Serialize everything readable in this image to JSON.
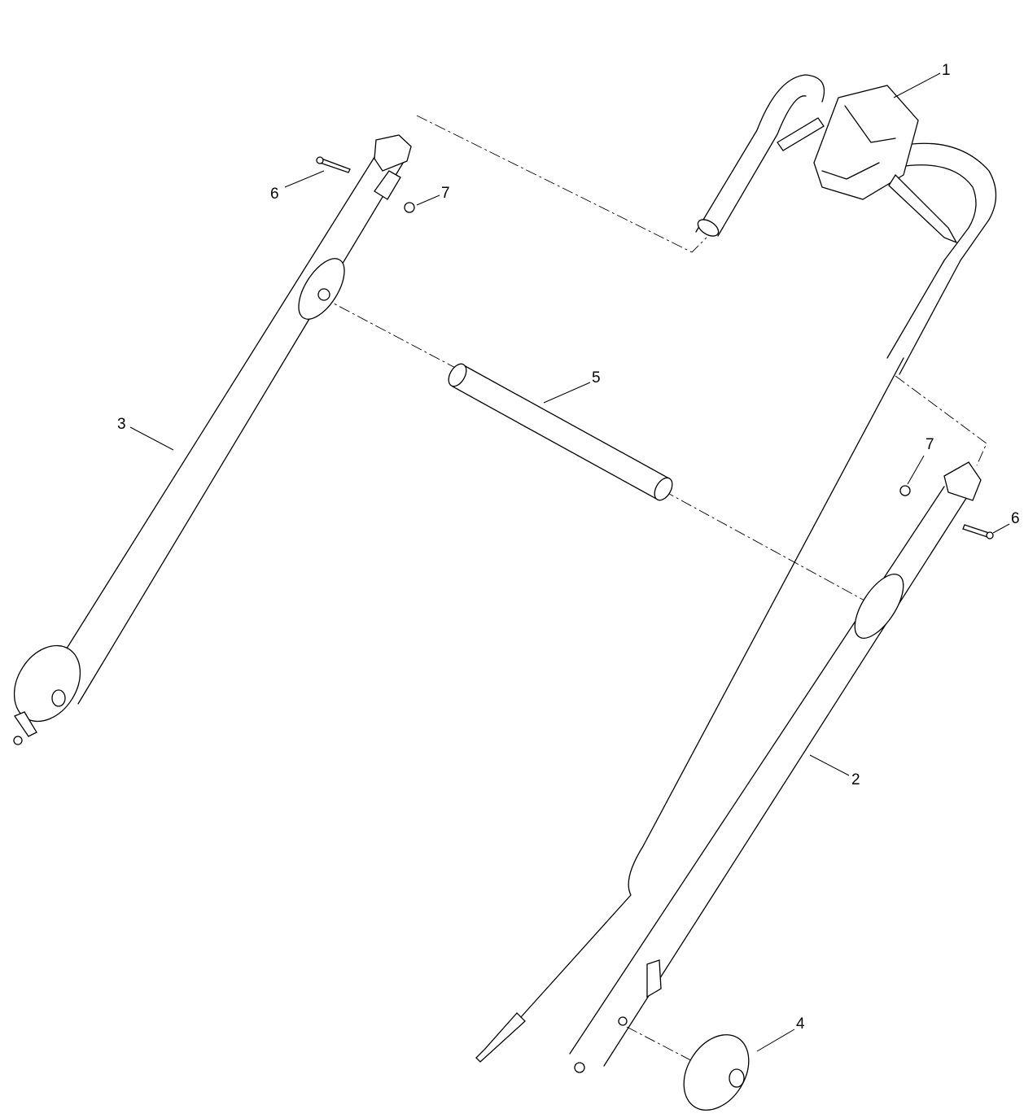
{
  "callouts": [
    {
      "id": "c1",
      "label": "1",
      "part": "handle-control"
    },
    {
      "id": "c2",
      "label": "2",
      "part": "right-handle-tube"
    },
    {
      "id": "c3",
      "label": "3",
      "part": "left-handle-tube"
    },
    {
      "id": "c4",
      "label": "4",
      "part": "knob"
    },
    {
      "id": "c5",
      "label": "5",
      "part": "cross-tube"
    },
    {
      "id": "c6a",
      "label": "6",
      "part": "bolt"
    },
    {
      "id": "c7a",
      "label": "7",
      "part": "nut"
    },
    {
      "id": "c7b",
      "label": "7",
      "part": "nut"
    },
    {
      "id": "c6b",
      "label": "6",
      "part": "bolt"
    }
  ]
}
